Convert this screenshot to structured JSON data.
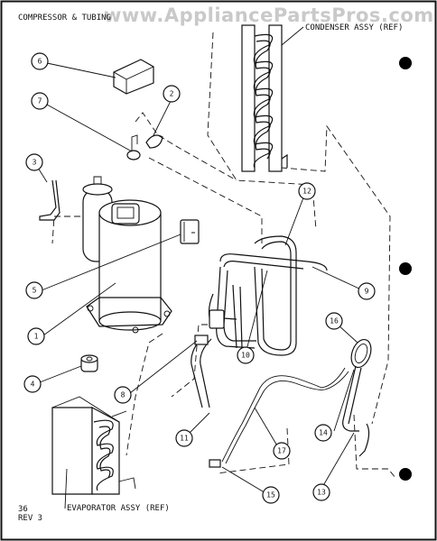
{
  "header": {
    "title": "COMPRESSOR & TUBING",
    "watermark": "www.AppliancePartsPros.com"
  },
  "labels": {
    "condenser": "CONDENSER ASSY (REF)",
    "evaporator": "EVAPORATOR ASSY (REF)"
  },
  "footer": {
    "page": "36",
    "rev": "REV 3"
  },
  "callouts": [
    "1",
    "2",
    "3",
    "4",
    "5",
    "6",
    "7",
    "8",
    "9",
    "10",
    "11",
    "12",
    "13",
    "14",
    "15",
    "16",
    "17"
  ]
}
